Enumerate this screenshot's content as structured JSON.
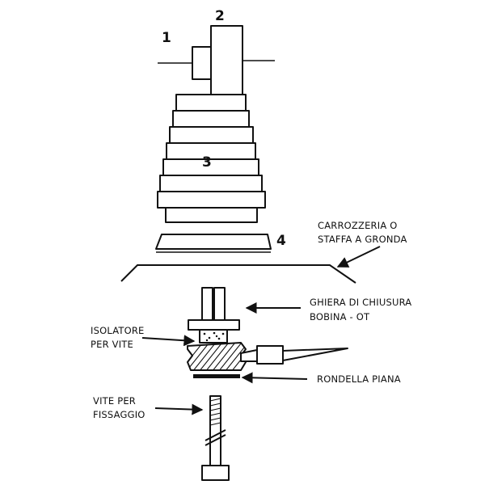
{
  "numbers": {
    "n1": "1",
    "n2": "2",
    "n3": "3",
    "n4": "4"
  },
  "labels": {
    "roof_l1": "CARROZZERIA O",
    "roof_l2": "STAFFA A GRONDA",
    "ring_l1": "GHIERA DI CHIUSURA",
    "ring_l2": "BOBINA - OT",
    "insulator_l1": "ISOLATORE",
    "insulator_l2": "PER VITE",
    "washer": "RONDELLA PIANA",
    "screw_l1": "VITE PER",
    "screw_l2": "FISSAGGIO"
  }
}
